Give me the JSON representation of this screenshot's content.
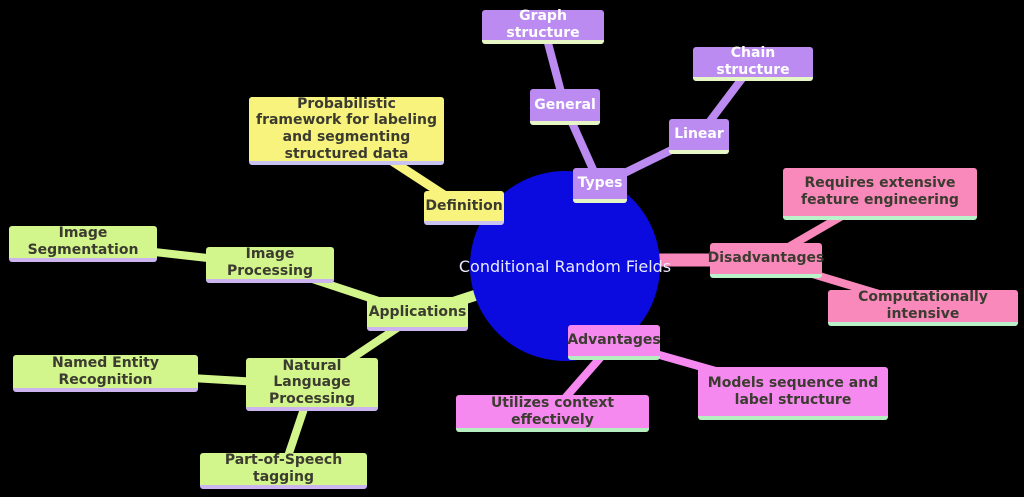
{
  "diagram": {
    "center": {
      "label": "Conditional Random Fields"
    },
    "nodes": {
      "types": {
        "label": "Types"
      },
      "general": {
        "label": "General"
      },
      "graph_structure": {
        "label": "Graph structure"
      },
      "linear": {
        "label": "Linear"
      },
      "chain_structure": {
        "label": "Chain structure"
      },
      "definition": {
        "label": "Definition"
      },
      "definition_detail": {
        "label": "Probabilistic framework for labeling and segmenting structured data"
      },
      "disadvantages": {
        "label": "Disadvantages"
      },
      "requires_feature_engineering": {
        "label": "Requires extensive feature engineering"
      },
      "computationally_intensive": {
        "label": "Computationally intensive"
      },
      "advantages": {
        "label": "Advantages"
      },
      "utilizes_context": {
        "label": "Utilizes context effectively"
      },
      "models_sequence": {
        "label": "Models sequence and label structure"
      },
      "applications": {
        "label": "Applications"
      },
      "image_processing": {
        "label": "Image Processing"
      },
      "image_segmentation": {
        "label": "Image Segmentation"
      },
      "natural_language_processing": {
        "label": "Natural Language Processing"
      },
      "named_entity_recognition": {
        "label": "Named Entity Recognition"
      },
      "part_of_speech_tagging": {
        "label": "Part-of-Speech tagging"
      }
    },
    "colors": {
      "background": "#000000",
      "center": "#0b0bdf",
      "center_text": "#e9e9ff",
      "types": "#bb8bf2",
      "types_underline": "#e6f7c5",
      "types_text": "#ffffff",
      "definition": "#f7f37d",
      "definition_underline": "#c9c3f2",
      "disadvantages": "#f989ba",
      "disadvantages_underline": "#baf2ca",
      "advantages": "#f689f0",
      "advantages_underline": "#b5efbf",
      "applications": "#d2f58c",
      "applications_underline": "#ccb5ef",
      "node_text": "#3b3b30"
    }
  }
}
